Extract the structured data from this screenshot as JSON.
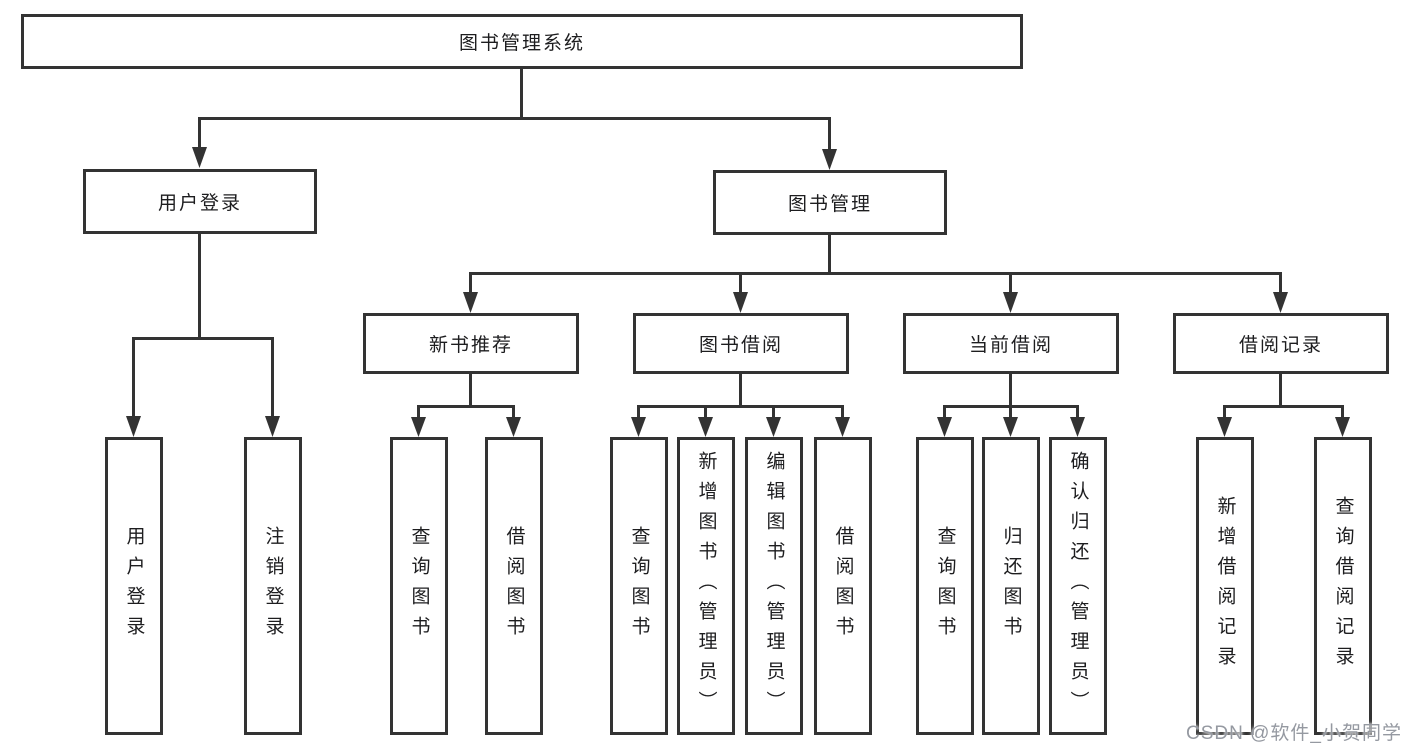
{
  "diagram": {
    "root": {
      "label": "图书管理系统"
    },
    "groups": [
      {
        "label": "用户登录",
        "children": [
          {
            "label": "用户登录"
          },
          {
            "label": "注销登录"
          }
        ]
      },
      {
        "label": "图书管理",
        "sections": [
          {
            "label": "新书推荐",
            "children": [
              {
                "label": "查询图书"
              },
              {
                "label": "借阅图书"
              }
            ]
          },
          {
            "label": "图书借阅",
            "children": [
              {
                "label": "查询图书"
              },
              {
                "label": "新增图书（管理员）"
              },
              {
                "label": "编辑图书（管理员）"
              },
              {
                "label": "借阅图书"
              }
            ]
          },
          {
            "label": "当前借阅",
            "children": [
              {
                "label": "查询图书"
              },
              {
                "label": "归还图书"
              },
              {
                "label": "确认归还（管理员）"
              }
            ]
          },
          {
            "label": "借阅记录",
            "children": [
              {
                "label": "新增借阅记录"
              },
              {
                "label": "查询借阅记录"
              }
            ]
          }
        ]
      }
    ]
  },
  "watermark": {
    "text": "CSDN @软件_小贺同学"
  },
  "colors": {
    "line": "#333333",
    "text": "#1d1d1f",
    "watermark": "#9599a1",
    "background": "#ffffff"
  }
}
